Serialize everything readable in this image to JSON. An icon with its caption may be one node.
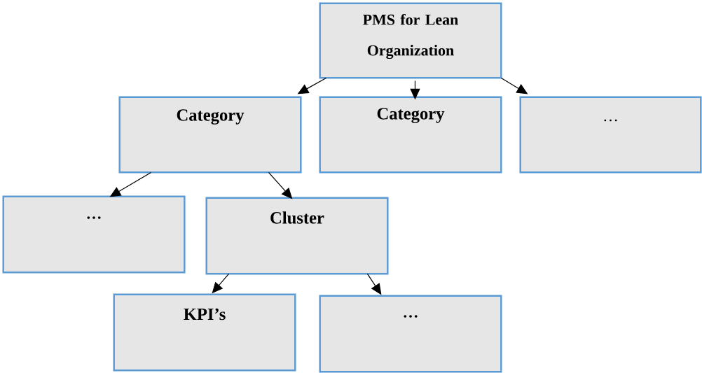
{
  "diagram": {
    "nodes": [
      {
        "text": [
          "PMS for Lean Organization"
        ]
      },
      {
        "text": [
          "Category"
        ]
      },
      {
        "text": [
          "Category"
        ]
      },
      {
        "text": [
          "…"
        ]
      },
      {
        "text": [
          "…"
        ]
      },
      {
        "text": [
          "Cluster"
        ]
      },
      {
        "text": [
          "KPI’s"
        ]
      },
      {
        "text": [
          "…"
        ]
      }
    ],
    "edges": [
      {
        "from": 0,
        "to": 1,
        "arrow": "to"
      },
      {
        "from": 0,
        "to": 2,
        "arrow": "to"
      },
      {
        "from": 0,
        "to": 3,
        "arrow": "to"
      },
      {
        "from": 1,
        "to": 4,
        "arrow": "to"
      },
      {
        "from": 1,
        "to": 5,
        "arrow": "to"
      },
      {
        "from": 5,
        "to": 6,
        "arrow": "to"
      },
      {
        "from": 5,
        "to": 7,
        "arrow": "to"
      }
    ]
  }
}
